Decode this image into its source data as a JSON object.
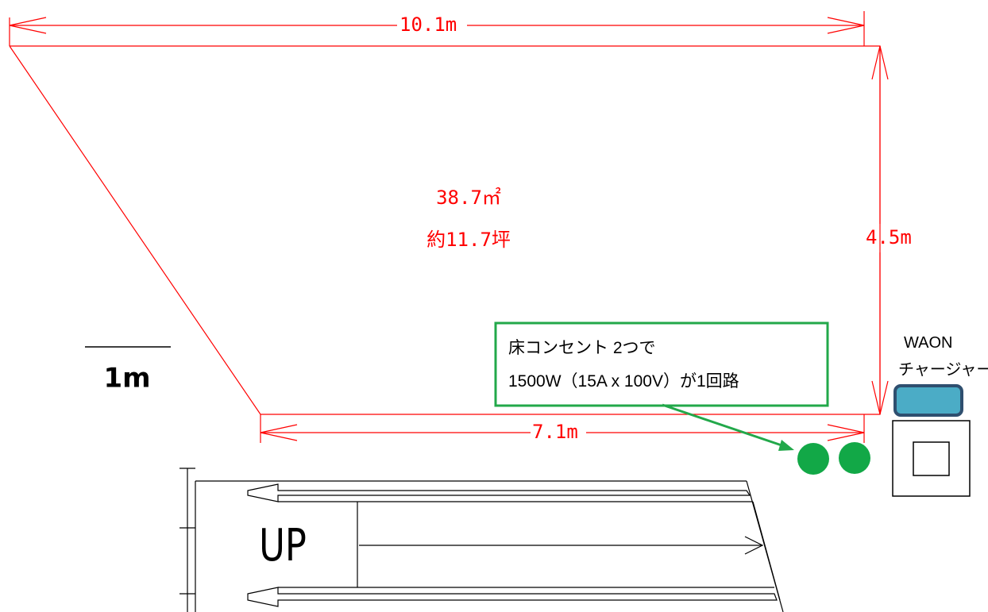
{
  "colors": {
    "outline": "#ff0000",
    "note_border": "#22a84a",
    "outlet": "#12a847",
    "charger_fill": "#4bacc6",
    "charger_border": "#2f4f6f",
    "ink": "#000000"
  },
  "dimensions": {
    "top": "10.1m",
    "right": "4.5m",
    "bottom": "7.1m"
  },
  "area": {
    "sqm": "38.7㎡",
    "tsubo": "約11.7坪"
  },
  "scale_label": "1m",
  "stairs_label": "UP",
  "note": {
    "line1": "床コンセント  2つで",
    "line2": "1500W（15A x 100V）が1回路"
  },
  "charger": {
    "line1": "WAON",
    "line2": "チャージャー"
  }
}
